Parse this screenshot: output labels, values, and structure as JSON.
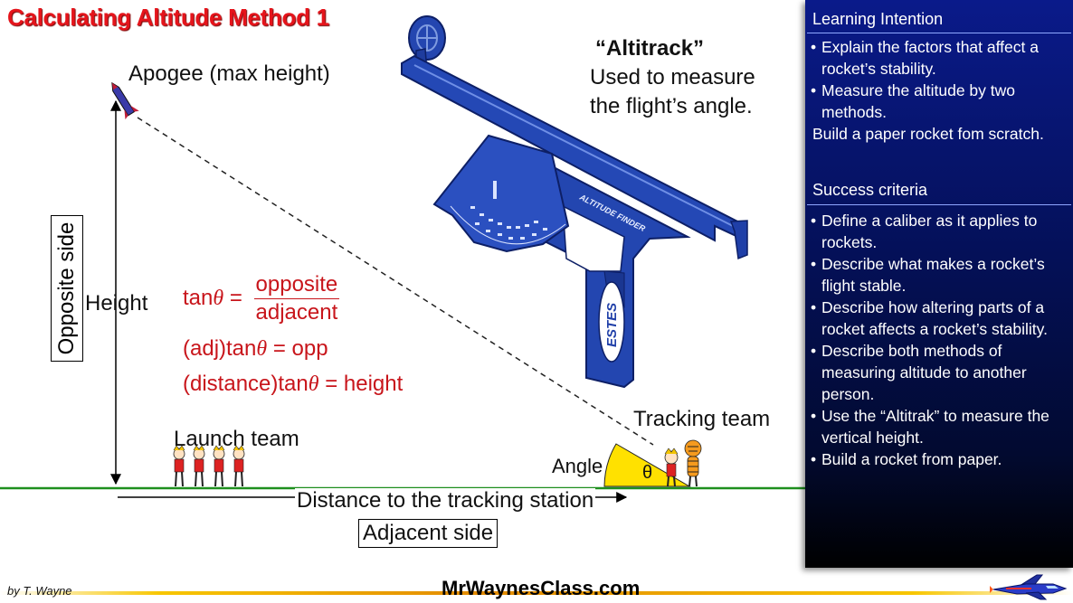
{
  "title": "Calculating Altitude Method 1",
  "labels": {
    "apogee": "Apogee (max height)",
    "height": "Height",
    "opposite_side": "Opposite side",
    "launch_team": "Launch team",
    "tracking_team": "Tracking team",
    "angle": "Angle",
    "theta": "θ",
    "distance": "Distance to the tracking station",
    "adjacent_side": "Adjacent side"
  },
  "formulas": {
    "line1_prefix": "tan",
    "theta": "θ",
    "equals": " = ",
    "numerator": "opposite",
    "denominator": "adjacent",
    "line2_prefix": "(adj)tan",
    "line2_suffix": " = opp",
    "line3_prefix": "(distance)tan",
    "line3_suffix": " = height"
  },
  "altitrack": {
    "title": "“Altitrack”",
    "desc_line1": "Used to measure",
    "desc_line2": "the flight’s angle.",
    "device_label": "ALTITUDE FINDER",
    "brand": "ESTES"
  },
  "panel": {
    "learning_heading": "Learning Intention",
    "learning_items": [
      "Explain the factors that affect a rocket’s stability.",
      "Measure the altitude by two methods."
    ],
    "learning_extra": "Build a paper rocket fom scratch.",
    "success_heading": "Success criteria",
    "success_items": [
      "Define a caliber as it applies to rockets.",
      "Describe what makes a rocket’s flight stable.",
      "Describe how altering parts of a rocket affects a rocket’s stability.",
      "Describe both methods of measuring altitude to another person.",
      "Use the “Altitrak” to measure the vertical height.",
      "Build a rocket from paper."
    ]
  },
  "footer": {
    "byline": "by T. Wayne",
    "site": "MrWaynesClass.com"
  },
  "colors": {
    "title_red": "#e5141b",
    "formula_red": "#c8151b",
    "ground_green": "#1e8f1e",
    "angle_yellow": "#ffe100",
    "altitrack_blue": "#1f3fa8",
    "panel_navy": "#061367"
  }
}
